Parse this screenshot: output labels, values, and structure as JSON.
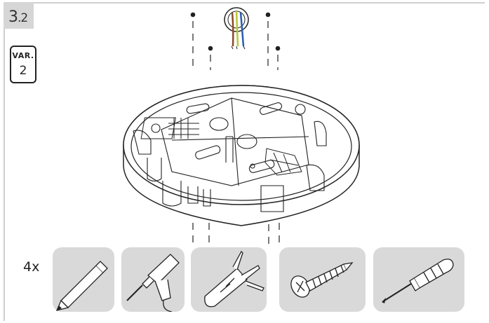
{
  "step": {
    "major": "3",
    "minor": ".2"
  },
  "variant": {
    "label": "VAR.",
    "number": "2"
  },
  "quantity": "4x",
  "tools": [
    {
      "icon": "pencil-icon"
    },
    {
      "icon": "drill-icon"
    },
    {
      "icon": "wall-plug-icon"
    },
    {
      "icon": "screw-icon"
    },
    {
      "icon": "screwdriver-icon"
    }
  ],
  "colors": {
    "tile": "#d9d9d9",
    "wire_brown": "#8b4a2b",
    "wire_yellow_green": "#b7c934",
    "wire_blue": "#2a5db0"
  }
}
